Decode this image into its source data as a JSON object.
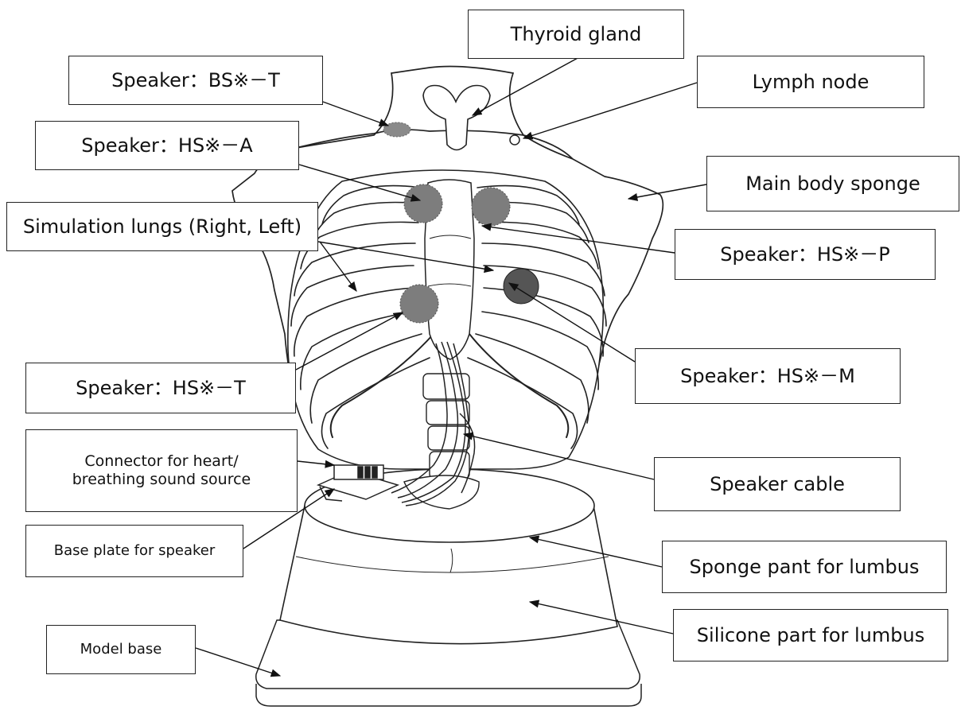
{
  "labels": {
    "thyroid_gland": "Thyroid gland",
    "speaker_bs_t": "Speaker：BS※－T",
    "lymph_node": "Lymph node",
    "speaker_hs_a": "Speaker：HS※－A",
    "main_body_sponge": "Main body sponge",
    "simulation_lungs": "Simulation lungs (Right, Left)",
    "speaker_hs_p": "Speaker：HS※－P",
    "speaker_hs_m": "Speaker：HS※－M",
    "speaker_hs_t": "Speaker：HS※－T",
    "connector_line1": "Connector for heart/",
    "connector_line2": "breathing sound source",
    "speaker_cable": "Speaker cable",
    "base_plate": "Base plate for speaker",
    "sponge_lumbus": "Sponge pant for lumbus",
    "model_base": "Model base",
    "silicone_lumbus": "Silicone part for lumbus"
  }
}
